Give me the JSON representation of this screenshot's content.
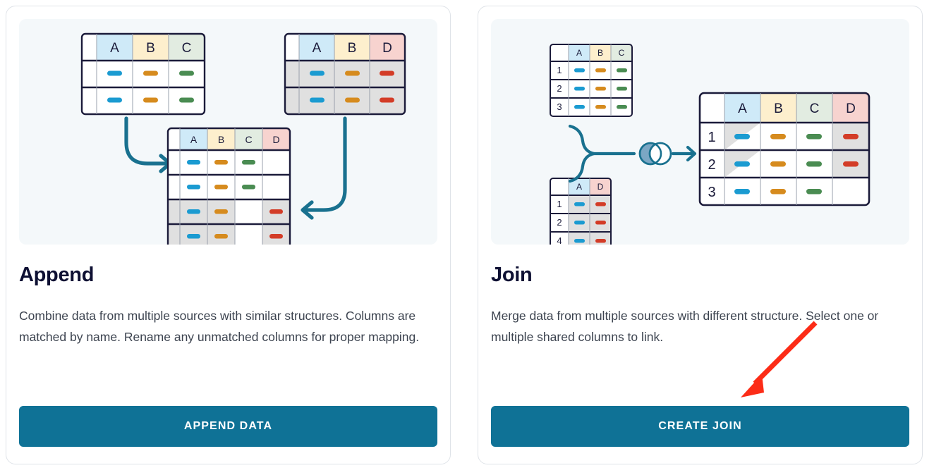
{
  "palette": {
    "card_border": "#dfe3e8",
    "illustration_bg": "#f4f8fa",
    "button_bg": "#0f7296",
    "button_text": "#ffffff",
    "title_color": "#0e1033",
    "body_text": "#3d4450",
    "table_stroke": "#1b1b3a",
    "col_a_header": "#cfeaf8",
    "col_b_header": "#fdefcd",
    "col_c_header": "#e2ece1",
    "col_d_header": "#f7d3cf",
    "cell_gray": "#e0e0e0",
    "pill_blue": "#1b9bd1",
    "pill_orange": "#d68b1e",
    "pill_green": "#4a8c52",
    "pill_red": "#d33c27",
    "arrow_teal": "#19718f",
    "venn_fill": "#7ba7c4",
    "annotation_arrow": "#fc2c17"
  },
  "cards": [
    {
      "id": "append",
      "title": "Append",
      "description": "Combine data from multiple sources with similar structures. Columns are matched by name. Rename any unmatched columns for proper mapping.",
      "button_label": "APPEND DATA",
      "illustration": {
        "name": "append-diagram",
        "tables": [
          {
            "name": "source-table-1",
            "columns": [
              "A",
              "B",
              "C"
            ],
            "row_labels": [
              "",
              ""
            ],
            "rows": [
              [
                "blue",
                "orange",
                "green"
              ],
              [
                "blue",
                "orange",
                "green"
              ]
            ],
            "row_shading": [
              "white",
              "white"
            ]
          },
          {
            "name": "source-table-2",
            "columns": [
              "A",
              "B",
              "D"
            ],
            "row_labels": [
              "",
              ""
            ],
            "rows": [
              [
                "blue",
                "orange",
                "red"
              ],
              [
                "blue",
                "orange",
                "red"
              ]
            ],
            "row_shading": [
              "gray",
              "gray"
            ]
          },
          {
            "name": "result-table",
            "columns": [
              "A",
              "B",
              "C",
              "D"
            ],
            "row_labels": [
              "",
              "",
              "",
              ""
            ],
            "rows": [
              [
                "blue",
                "orange",
                "green",
                ""
              ],
              [
                "blue",
                "orange",
                "green",
                ""
              ],
              [
                "blue",
                "orange",
                "",
                "red"
              ],
              [
                "blue",
                "orange",
                "",
                "red"
              ]
            ],
            "row_shading": [
              "white",
              "white",
              "gray",
              "gray"
            ]
          }
        ],
        "arrows": [
          "curved-arrow-down-right",
          "curved-arrow-down-left"
        ]
      }
    },
    {
      "id": "join",
      "title": "Join",
      "description": "Merge data from multiple sources with different structure. Select one or multiple shared columns to link.",
      "button_label": "CREATE JOIN",
      "illustration": {
        "name": "join-diagram",
        "tables": [
          {
            "name": "join-source-table-1",
            "columns": [
              "A",
              "B",
              "C"
            ],
            "row_labels": [
              "1",
              "2",
              "3"
            ],
            "rows": [
              [
                "blue",
                "orange",
                "green"
              ],
              [
                "blue",
                "orange",
                "green"
              ],
              [
                "blue",
                "orange",
                "green"
              ]
            ],
            "row_shading": [
              "white",
              "white",
              "white"
            ]
          },
          {
            "name": "join-source-table-2",
            "columns": [
              "A",
              "D"
            ],
            "row_labels": [
              "1",
              "2",
              "4"
            ],
            "rows": [
              [
                "blue",
                "red"
              ],
              [
                "blue",
                "red"
              ],
              [
                "blue",
                "red"
              ]
            ],
            "row_shading": [
              "gray",
              "gray",
              "gray"
            ]
          },
          {
            "name": "join-result-table",
            "columns": [
              "A",
              "B",
              "C",
              "D"
            ],
            "row_labels": [
              "1",
              "2",
              "3"
            ],
            "rows": [
              [
                "blue",
                "orange",
                "green",
                "red"
              ],
              [
                "blue",
                "orange",
                "green",
                "red"
              ],
              [
                "blue",
                "orange",
                "green",
                ""
              ]
            ],
            "row_shading": [
              "white",
              "white",
              "white"
            ],
            "cell_highlights": "A column rows 1-2 diagonal gray; D column rows 1-2 full gray"
          }
        ],
        "icons": [
          "brace-connector",
          "venn-join-icon",
          "arrow-right"
        ]
      },
      "annotation": {
        "name": "red-pointer-arrow",
        "points_to": "CREATE JOIN"
      }
    }
  ]
}
